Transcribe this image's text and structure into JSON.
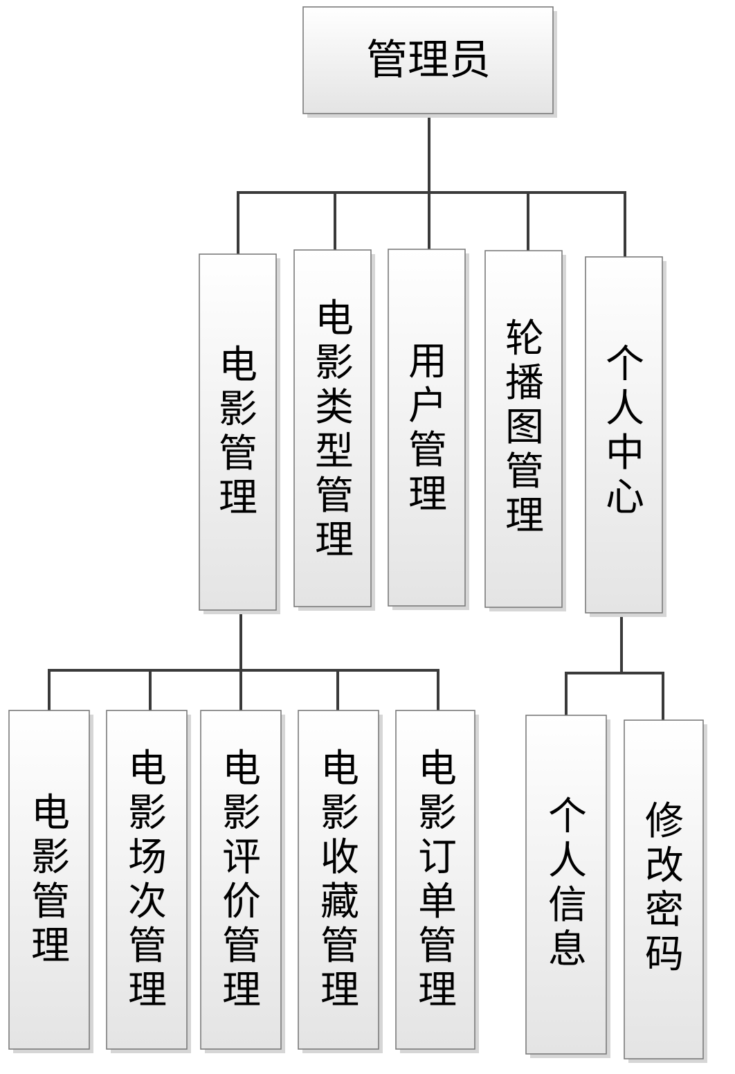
{
  "root": {
    "label": "管理员"
  },
  "modules": [
    {
      "id": "movie-management",
      "label": "电影管理"
    },
    {
      "id": "movie-type-management",
      "label": "电影类型管理"
    },
    {
      "id": "user-management",
      "label": "用户管理"
    },
    {
      "id": "carousel-management",
      "label": "轮播图管理"
    },
    {
      "id": "personal-center",
      "label": "个人中心"
    }
  ],
  "movie_submodules": [
    {
      "id": "movie-management-sub",
      "label": "电影管理"
    },
    {
      "id": "movie-session-management",
      "label": "电影场次管理"
    },
    {
      "id": "movie-review-management",
      "label": "电影评价管理"
    },
    {
      "id": "movie-favorite-management",
      "label": "电影收藏管理"
    },
    {
      "id": "movie-order-management",
      "label": "电影订单管理"
    }
  ],
  "personal_submodules": [
    {
      "id": "personal-info",
      "label": "个人信息"
    },
    {
      "id": "change-password",
      "label": "修改密码"
    }
  ],
  "colors": {
    "box_top": "#ffffff",
    "box_bottom": "#e4e4e4",
    "border": "#7a7a7a",
    "connector": "#3a3a3a",
    "text": "#000000"
  }
}
